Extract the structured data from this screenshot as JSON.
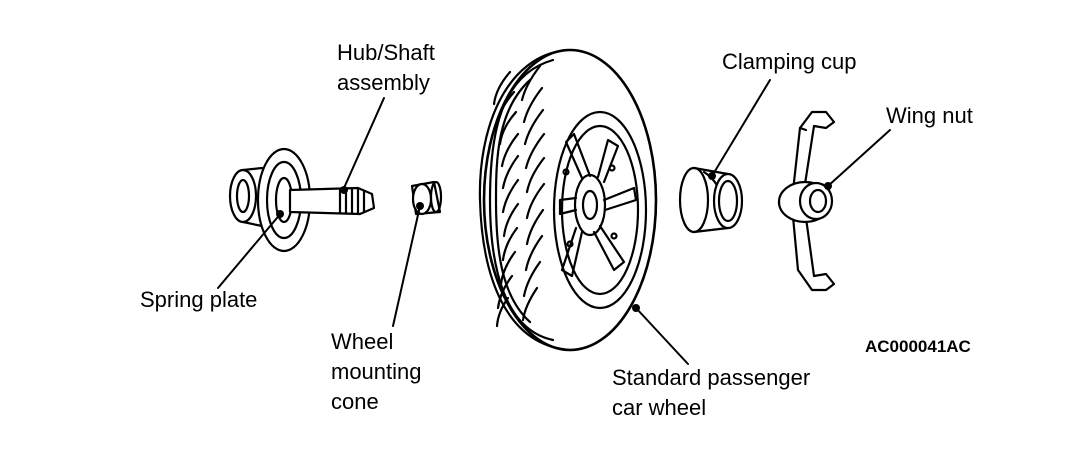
{
  "labels": {
    "hub_shaft_line1": "Hub/Shaft",
    "hub_shaft_line2": "assembly",
    "spring_plate": "Spring plate",
    "cone_line1": "Wheel",
    "cone_line2": "mounting",
    "cone_line3": "cone",
    "wheel_line1": "Standard passenger",
    "wheel_line2": "car wheel",
    "clamping_cup": "Clamping cup",
    "wing_nut": "Wing nut"
  },
  "figure_code": "AC000041AC",
  "colors": {
    "ink": "#000000",
    "paper": "#ffffff"
  }
}
